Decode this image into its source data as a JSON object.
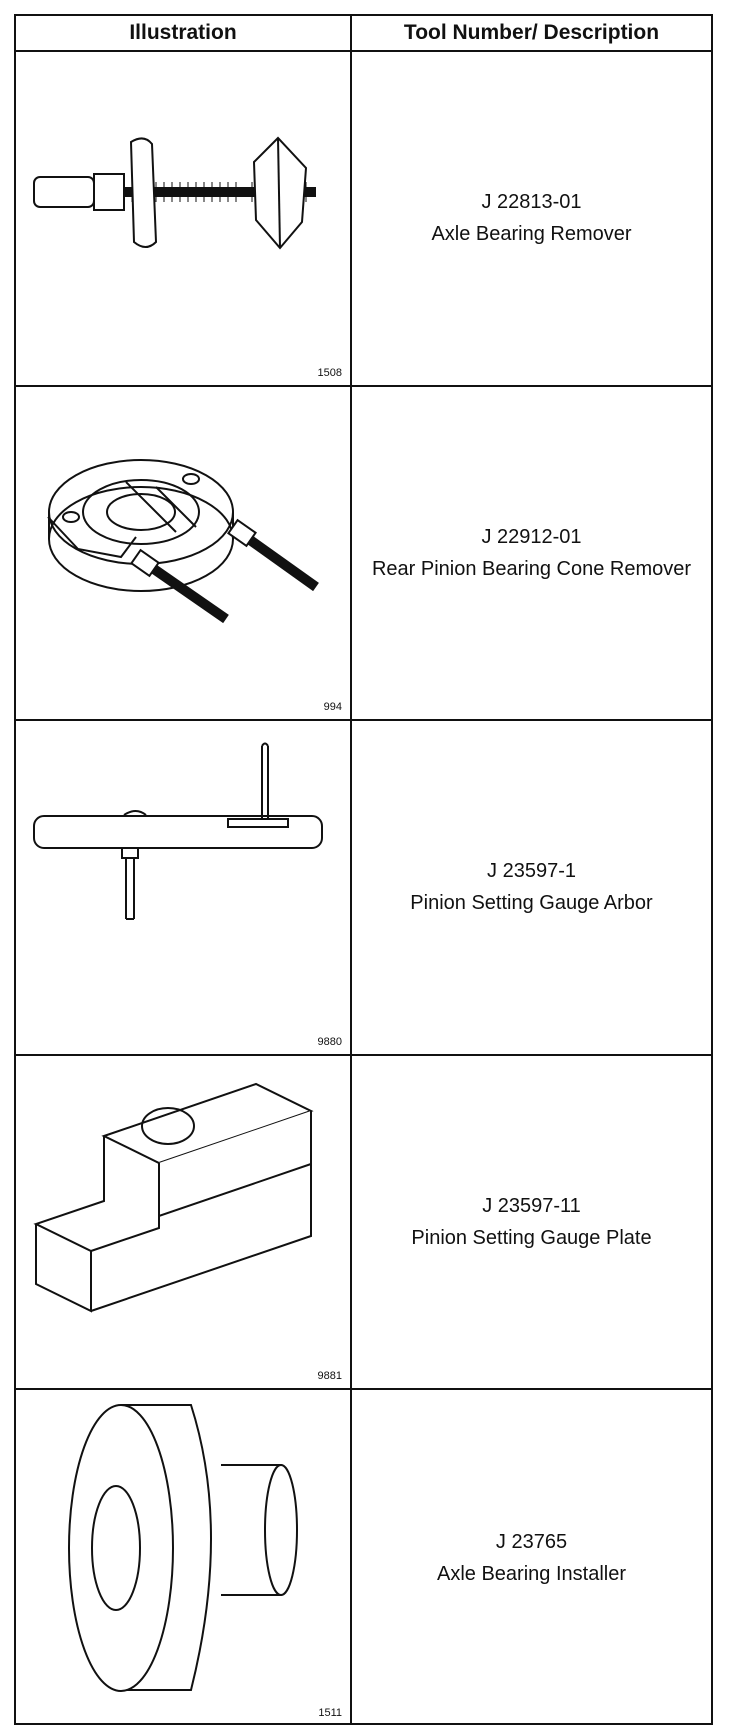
{
  "header": {
    "illustration": "Illustration",
    "description": "Tool Number/ Description"
  },
  "rows": [
    {
      "figure_id": "1508",
      "tool_number": "J 22813-01",
      "description": "Axle Bearing Remover",
      "icon": "axle-bearing-remover-icon"
    },
    {
      "figure_id": "994",
      "tool_number": "J 22912-01",
      "description": "Rear Pinion Bearing Cone Remover",
      "icon": "bearing-cone-remover-icon"
    },
    {
      "figure_id": "9880",
      "tool_number": "J 23597-1",
      "description": "Pinion Setting Gauge Arbor",
      "icon": "gauge-arbor-icon"
    },
    {
      "figure_id": "9881",
      "tool_number": "J 23597-11",
      "description": "Pinion Setting Gauge Plate",
      "icon": "gauge-plate-icon"
    },
    {
      "figure_id": "1511",
      "tool_number": "J 23765",
      "description": "Axle Bearing Installer",
      "icon": "bearing-installer-icon"
    }
  ]
}
